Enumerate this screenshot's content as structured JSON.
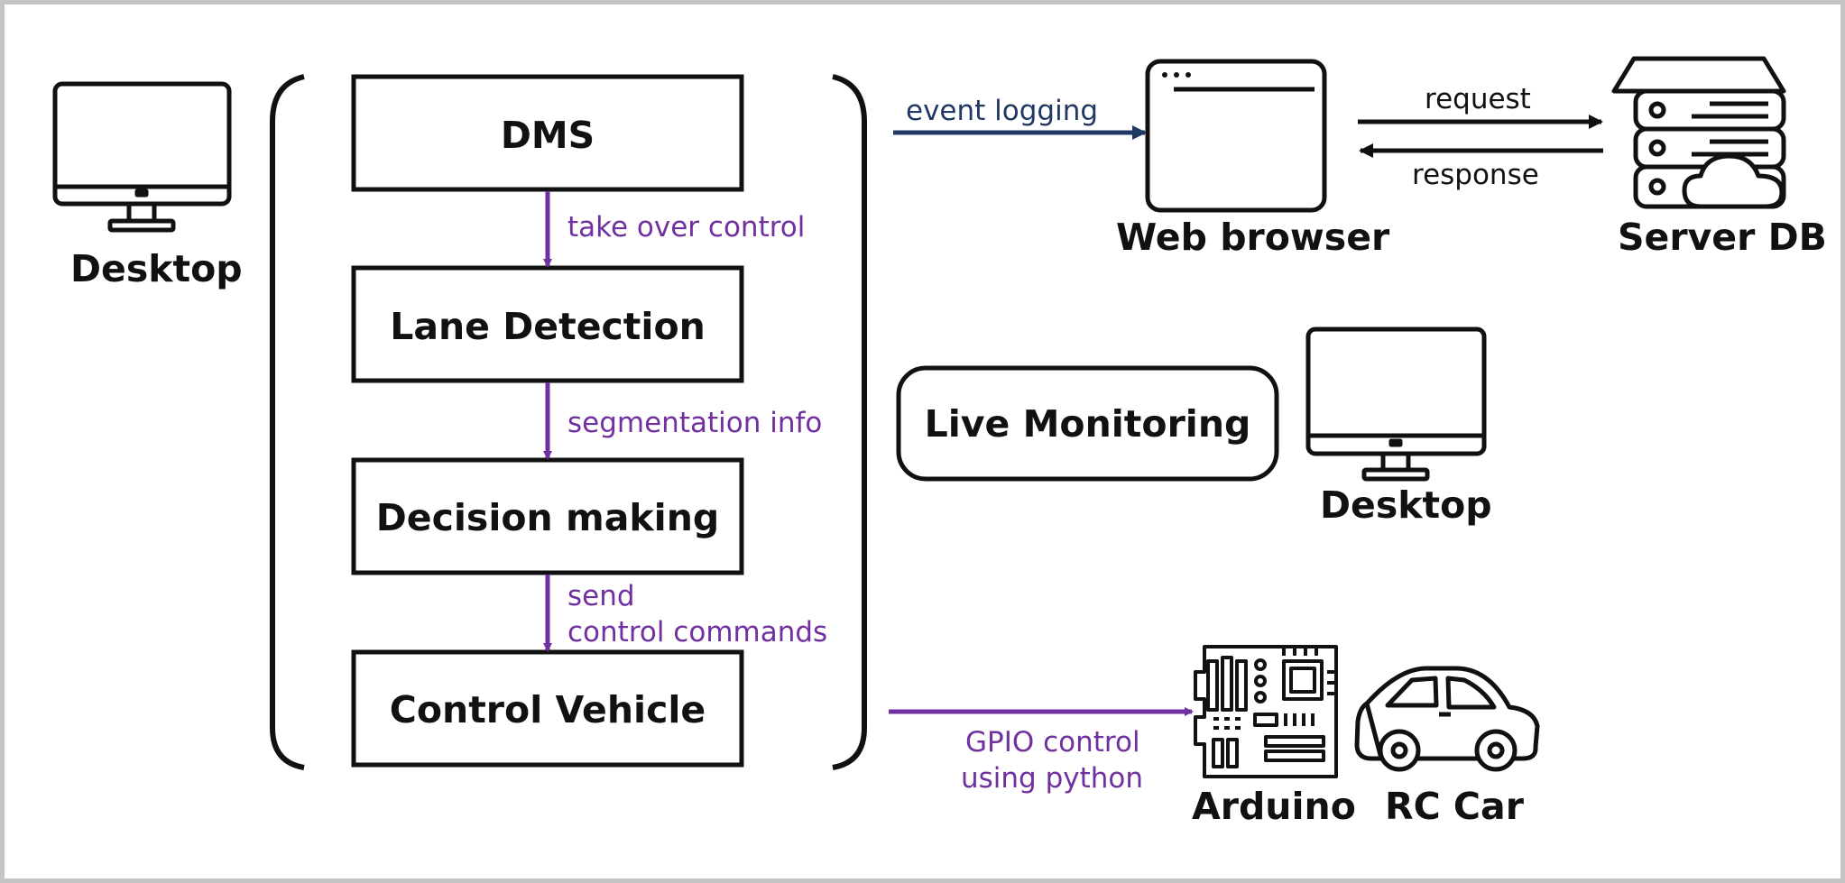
{
  "nodes": {
    "dms": "DMS",
    "lane": "Lane Detection",
    "decision": "Decision making",
    "control": "Control Vehicle",
    "live": "Live Monitoring",
    "desktop_left": "Desktop",
    "desktop_right": "Desktop",
    "web": "Web browser",
    "server": "Server DB",
    "arduino": "Arduino",
    "rccar": "RC Car"
  },
  "edges": {
    "take_over": "take over control",
    "segmentation": "segmentation info",
    "send_line1": "send",
    "send_line2": "control commands",
    "event": "event logging",
    "request": "request",
    "response": "response",
    "gpio_line1": "GPIO control",
    "gpio_line2": "using python"
  },
  "icons": {
    "desktop": "desktop-icon",
    "browser": "browser-window-icon",
    "server": "server-cloud-icon",
    "board": "circuit-board-icon",
    "car": "car-icon"
  },
  "colors": {
    "purple": "#7030a0",
    "navy": "#1f3864",
    "black": "#111111"
  }
}
